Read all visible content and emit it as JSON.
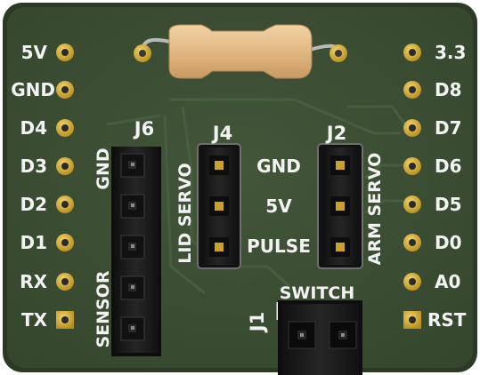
{
  "board": {
    "left_pins": [
      "5V",
      "GND",
      "D4",
      "D3",
      "D2",
      "D1",
      "RX",
      "TX"
    ],
    "right_pins": [
      "3.3",
      "D8",
      "D7",
      "D6",
      "D5",
      "D0",
      "A0",
      "RST"
    ],
    "j6": {
      "ref": "J6",
      "label_top": "GND",
      "label_bottom": "SENSOR"
    },
    "j4": {
      "ref": "J4",
      "label": "LID SERVO"
    },
    "j2": {
      "ref": "J2",
      "label": "ARM SERVO"
    },
    "center_labels": [
      "GND",
      "5V",
      "PULSE"
    ],
    "j1": {
      "ref": "J1",
      "label": "SWITCH"
    }
  },
  "colors": {
    "board": "#3d5132",
    "silkscreen": "#f2f2f2",
    "pad_gold": "#c9a227",
    "resistor_body": "#e3b982",
    "header_plastic": "#1b1b1b"
  }
}
